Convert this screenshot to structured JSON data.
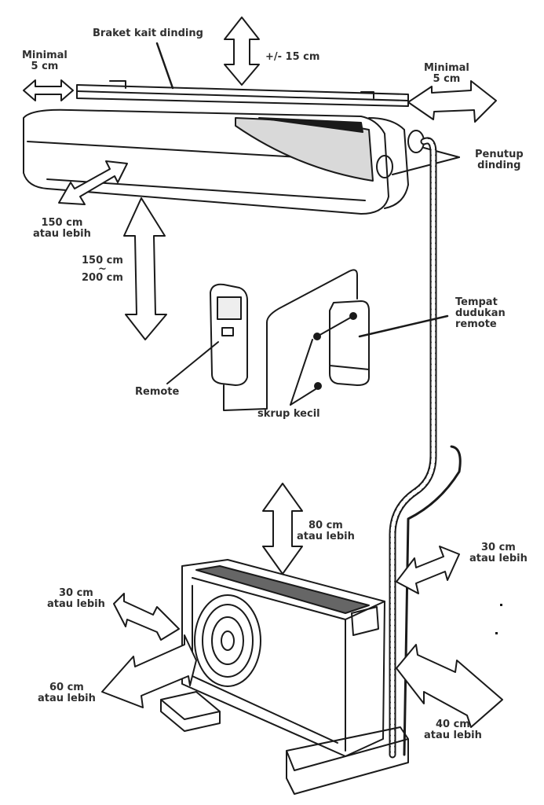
{
  "diagram": {
    "title": "Split AC installation clearances",
    "indoor_unit": {
      "bracket_label": "Braket kait dinding",
      "left_clearance": [
        "Minimal",
        "5 cm"
      ],
      "right_clearance": [
        "Minimal",
        "5 cm"
      ],
      "top_clearance": "+/- 15 cm",
      "front_clearance": [
        "150 cm",
        "atau lebih"
      ],
      "floor_height": [
        "150 cm",
        "~",
        "200 cm"
      ],
      "wall_cover_label": [
        "Penutup",
        "dinding"
      ]
    },
    "remote": {
      "remote_label": "Remote",
      "holder_label": [
        "Tempat",
        "dudukan",
        "remote"
      ],
      "screws_label": "skrup kecil"
    },
    "outdoor_unit": {
      "top_clearance": [
        "80 cm",
        "atau lebih"
      ],
      "left_clearance": [
        "30 cm",
        "atau lebih"
      ],
      "front_clearance": [
        "60 cm",
        "atau lebih"
      ],
      "back_clearance": [
        "30 cm",
        "atau lebih"
      ],
      "right_clearance": [
        "40 cm",
        "atau lebih"
      ]
    }
  }
}
